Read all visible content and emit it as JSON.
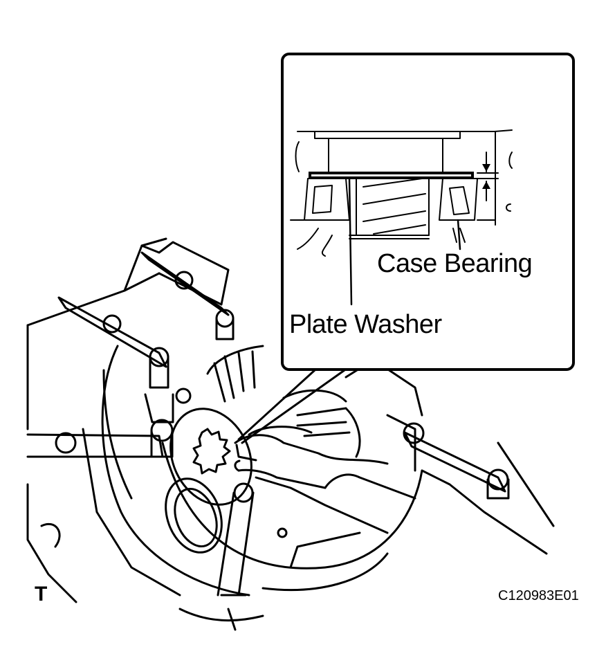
{
  "labels": {
    "case_bearing": "Case Bearing",
    "plate_washer": "Plate Washer",
    "view_marker": "T",
    "figure_code": "C120983E01"
  },
  "colors": {
    "ink": "#000000",
    "paper": "#ffffff"
  },
  "icons": {
    "hand": "hand-icon",
    "plate_washer": "plate-washer-icon",
    "case_bearing": "case-bearing-icon",
    "clearance_arrows": "clearance-arrow-icon"
  }
}
